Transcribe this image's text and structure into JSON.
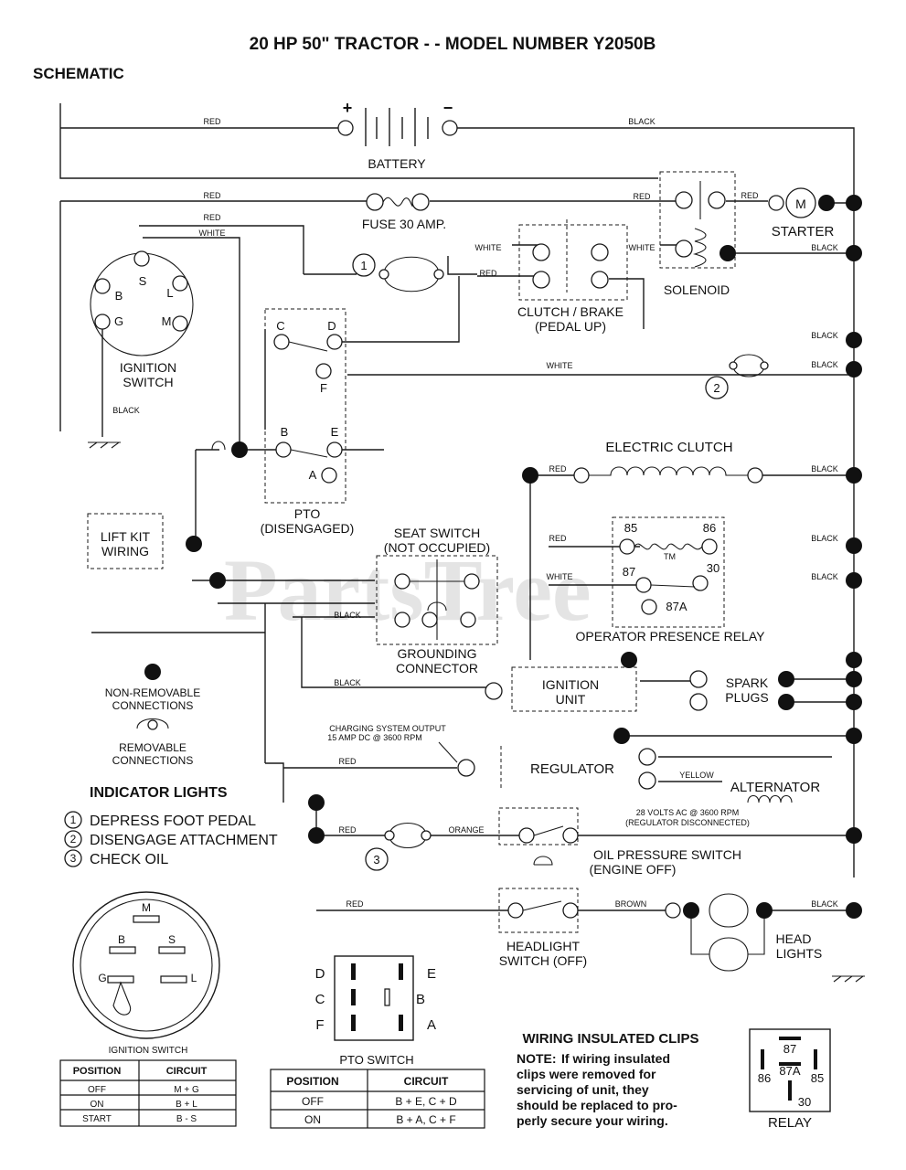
{
  "header": {
    "title": "20 HP 50\" TRACTOR - - MODEL NUMBER  Y2050B",
    "section": "SCHEMATIC"
  },
  "watermark": "PartsTree",
  "components": {
    "battery": "BATTERY",
    "battery_plus": "+",
    "battery_minus": "−",
    "fuse": "FUSE 30 AMP.",
    "starter": "STARTER",
    "starter_m": "M",
    "solenoid": "SOLENOID",
    "clutch_brake_1": "CLUTCH / BRAKE",
    "clutch_brake_2": "(PEDAL UP)",
    "ignition_switch_1": "IGNITION",
    "ignition_switch_2": "SWITCH",
    "ign_S": "S",
    "ign_L": "L",
    "ign_B": "B",
    "ign_G": "G",
    "ign_M": "M",
    "pto_1": "PTO",
    "pto_2": "(DISENGAGED)",
    "pto_C": "C",
    "pto_D": "D",
    "pto_F": "F",
    "pto_B": "B",
    "pto_E": "E",
    "pto_A": "A",
    "lift_kit_1": "LIFT KIT",
    "lift_kit_2": "WIRING",
    "electric_clutch": "ELECTRIC CLUTCH",
    "seat_switch_1": "SEAT SWITCH",
    "seat_switch_2": "(NOT OCCUPIED)",
    "grounding_1": "GROUNDING",
    "grounding_2": "CONNECTOR",
    "relay_85": "85",
    "relay_86": "86",
    "relay_87": "87",
    "relay_30": "30",
    "relay_87A": "87A",
    "relay_tm": "TM",
    "operator_relay": "OPERATOR PRESENCE RELAY",
    "ignition_unit_1": "IGNITION",
    "ignition_unit_2": "UNIT",
    "spark_plugs_1": "SPARK",
    "spark_plugs_2": "PLUGS",
    "regulator": "REGULATOR",
    "alternator": "ALTERNATOR",
    "charging_1": "CHARGING SYSTEM OUTPUT",
    "charging_2": "15 AMP DC @ 3600 RPM",
    "alt_output_1": "28 VOLTS AC @ 3600 RPM",
    "alt_output_2": "(REGULATOR DISCONNECTED)",
    "oil_pressure_1": "OIL PRESSURE SWITCH",
    "oil_pressure_2": "(ENGINE OFF)",
    "headlight_switch_1": "HEADLIGHT",
    "headlight_switch_2": "SWITCH (OFF)",
    "head_lights_1": "HEAD",
    "head_lights_2": "LIGHTS",
    "ind_1": "1",
    "ind_2": "2",
    "ind_3": "3"
  },
  "wire_labels": {
    "red": "RED",
    "black": "BLACK",
    "white": "WHITE",
    "yellow": "YELLOW",
    "orange": "ORANGE",
    "brown": "BROWN"
  },
  "legend": {
    "non_removable_1": "NON-REMOVABLE",
    "non_removable_2": "CONNECTIONS",
    "removable_1": "REMOVABLE",
    "removable_2": "CONNECTIONS"
  },
  "indicator_lights": {
    "title": "INDICATOR LIGHTS",
    "items": [
      {
        "num": "1",
        "label": "DEPRESS FOOT PEDAL"
      },
      {
        "num": "2",
        "label": "DISENGAGE ATTACHMENT"
      },
      {
        "num": "3",
        "label": "CHECK OIL"
      }
    ]
  },
  "ignition_switch_detail": {
    "caption": "IGNITION SWITCH",
    "terminals": {
      "M": "M",
      "B": "B",
      "S": "S",
      "G": "G",
      "L": "L"
    },
    "headers": [
      "POSITION",
      "CIRCUIT"
    ],
    "rows": [
      [
        "OFF",
        "M + G"
      ],
      [
        "ON",
        "B + L"
      ],
      [
        "START",
        "B - S"
      ]
    ]
  },
  "pto_switch_detail": {
    "caption": "PTO SWITCH",
    "terminals": {
      "D": "D",
      "C": "C",
      "F": "F",
      "E": "E",
      "B": "B",
      "A": "A"
    },
    "headers": [
      "POSITION",
      "CIRCUIT"
    ],
    "rows": [
      [
        "OFF",
        "B + E, C + D"
      ],
      [
        "ON",
        "B + A, C + F"
      ]
    ]
  },
  "wiring_clips": {
    "title": "WIRING INSULATED CLIPS",
    "note_label": "NOTE:",
    "lines": [
      "If wiring insulated",
      "clips were removed for",
      "servicing of unit, they",
      "should be replaced to pro-",
      "perly secure your wiring."
    ]
  },
  "relay_detail": {
    "caption": "RELAY",
    "pins": {
      "p87": "87",
      "p87A": "87A",
      "p86": "86",
      "p85": "85",
      "p30": "30"
    }
  }
}
